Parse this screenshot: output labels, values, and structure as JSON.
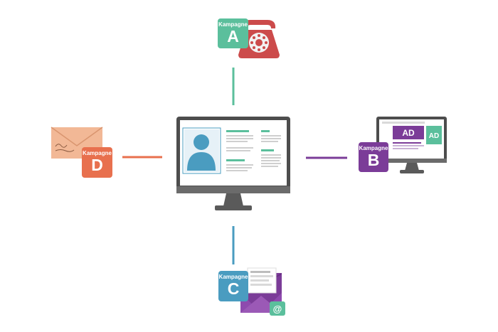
{
  "colors": {
    "campaign_a": "#5bbf9c",
    "campaign_b": "#7b3c98",
    "campaign_c": "#4a9cc0",
    "campaign_d": "#e8704e",
    "monitor_frame": "#555555",
    "screen_bg": "#ffffff",
    "phone": "#cc4b4b"
  },
  "icons": {
    "hub": "desktop-monitor-profile-icon",
    "campaign_a": "telephone-icon",
    "campaign_b": "monitor-ad-icon",
    "campaign_c": "email-envelope-icon",
    "campaign_d": "letter-envelope-icon"
  },
  "campaigns": {
    "a": {
      "label": "Kampagne",
      "letter": "A"
    },
    "b": {
      "label": "Kampagne",
      "letter": "B",
      "ad_large": "AD",
      "ad_small": "AD"
    },
    "c": {
      "label": "Kampagne",
      "letter": "C",
      "at_symbol": "@"
    },
    "d": {
      "label": "Kampagne",
      "letter": "D"
    }
  }
}
